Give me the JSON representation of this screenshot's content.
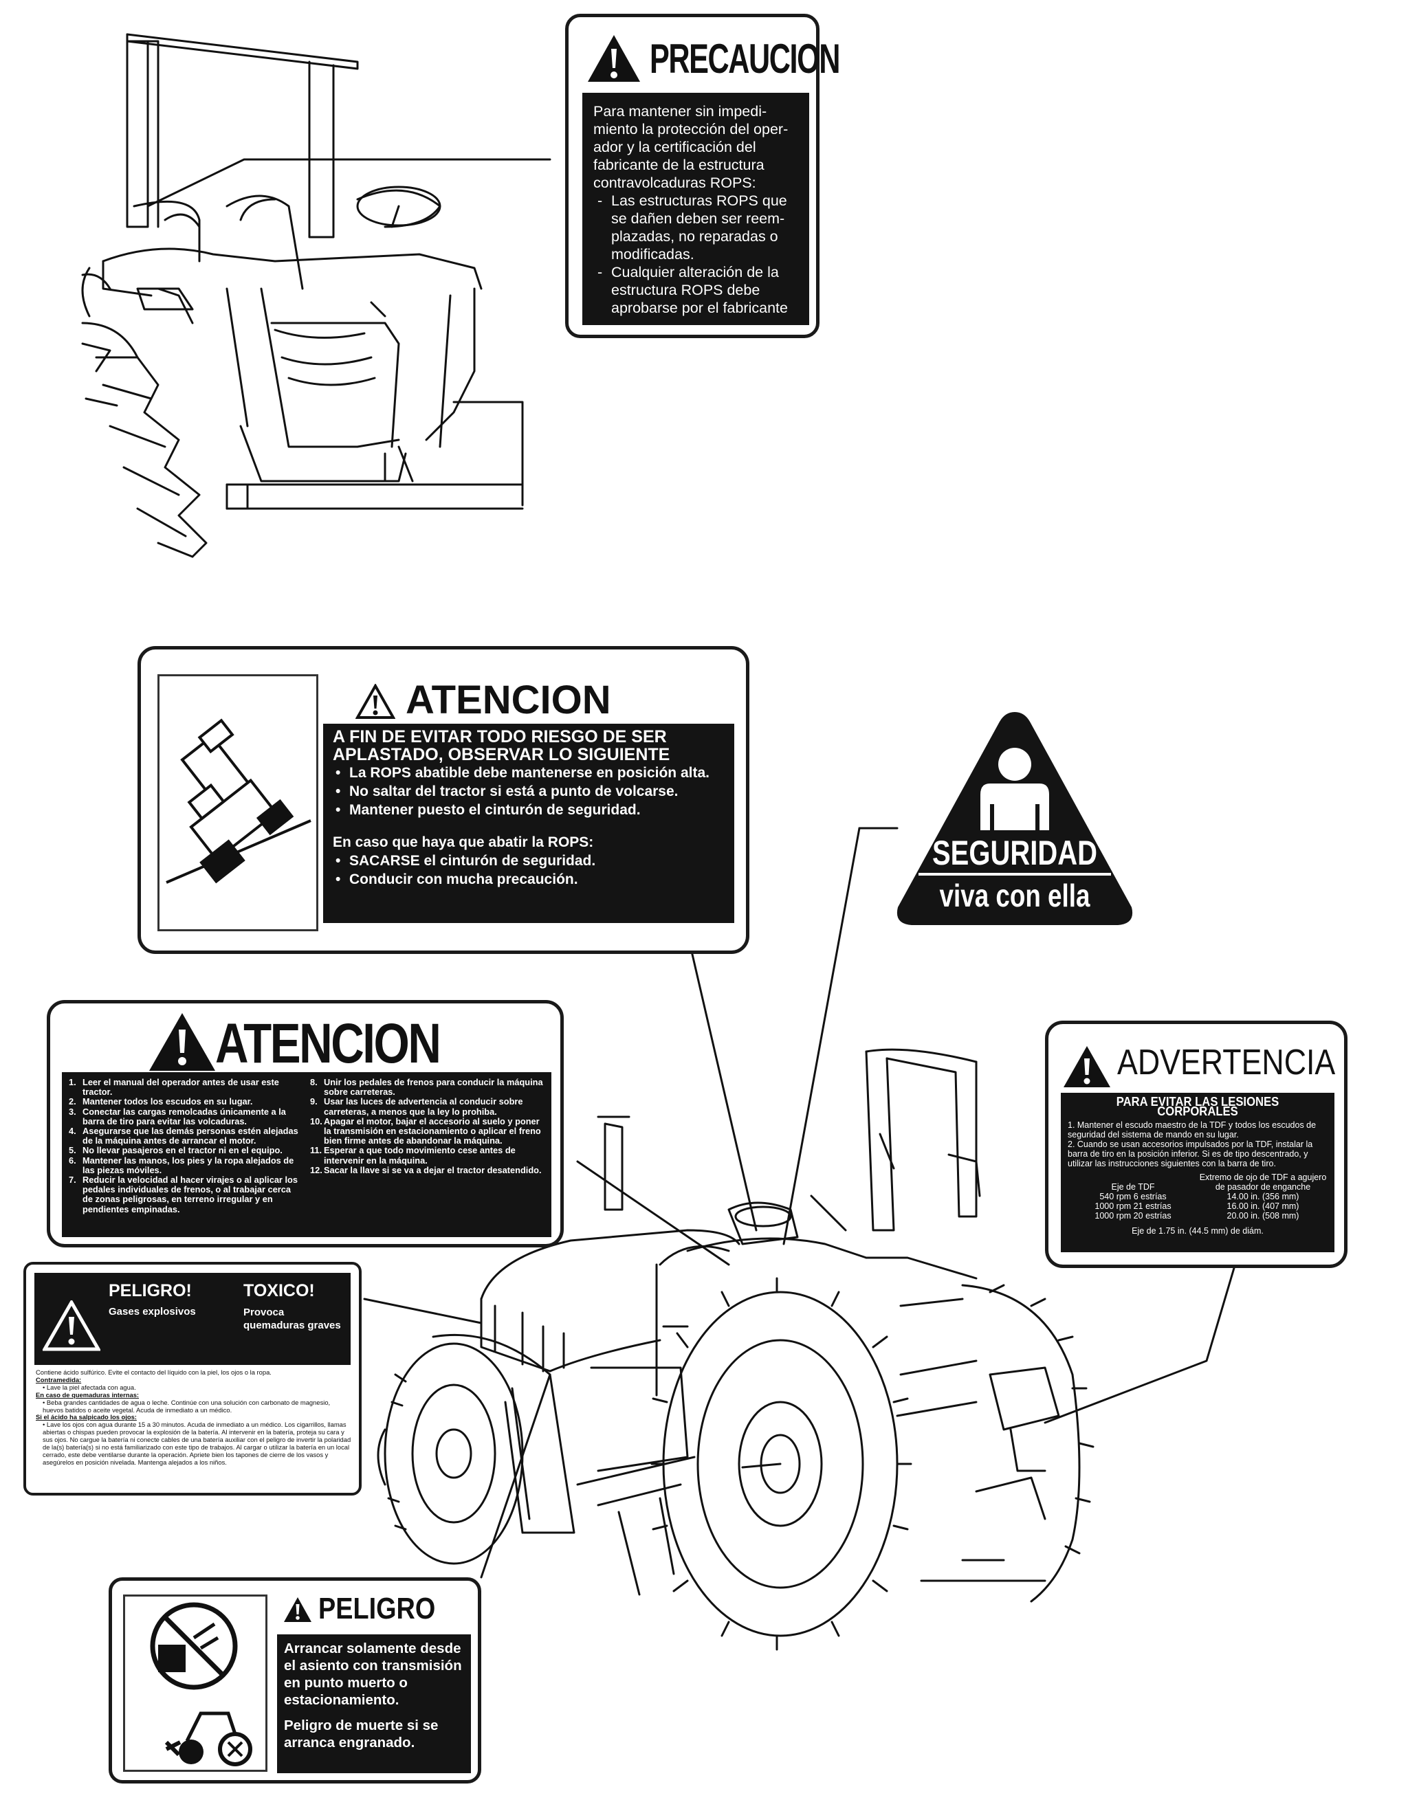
{
  "precaucion": {
    "title": "PRECAUCION",
    "intro": "Para mantener sin impedi-miento la protección del oper-ador y la certificación del fabricante de la estructura contravolcaduras ROPS:",
    "items": [
      "Las estructuras ROPS que se dañen deben ser reem-plazadas, no reparadas o modificadas.",
      "Cualquier alteración de la estructura ROPS debe aprobarse por el fabricante"
    ]
  },
  "atencion_rops": {
    "title": "ATENCION",
    "heading": "A FIN DE EVITAR TODO RIESGO DE SER APLASTADO, OBSERVAR LO SIGUIENTE",
    "items": [
      "La ROPS abatible debe mantenerse en posición alta.",
      "No saltar del tractor si está a punto de volcarse.",
      "Mantener puesto el cinturón de seguridad."
    ],
    "subheading": "En caso que haya que abatir la ROPS:",
    "subitems": [
      "SACARSE el cinturón de seguridad.",
      "Conducir con mucha precaución."
    ]
  },
  "seguridad": {
    "line1": "SEGURIDAD",
    "line2": "viva con ella"
  },
  "atencion_general": {
    "title": "ATENCION",
    "items_left": [
      {
        "n": "1.",
        "t": "Leer el manual del operador antes de usar este tractor."
      },
      {
        "n": "2.",
        "t": "Mantener todos los escudos en su lugar."
      },
      {
        "n": "3.",
        "t": "Conectar las cargas remolcadas únicamente a la barra de tiro para evitar las volcaduras."
      },
      {
        "n": "4.",
        "t": "Asegurarse que las demás personas estén alejadas de la máquina antes de arrancar el motor."
      },
      {
        "n": "5.",
        "t": "No llevar pasajeros en el tractor ni en el equipo."
      },
      {
        "n": "6.",
        "t": "Mantener las manos, los pies y la ropa alejados de las piezas móviles."
      },
      {
        "n": "7.",
        "t": "Reducir la velocidad al hacer virajes o al aplicar los pedales individuales de frenos, o al trabajar cerca de zonas peligrosas, en terreno irregular y en pendientes empinadas."
      }
    ],
    "items_right": [
      {
        "n": "8.",
        "t": "Unir los pedales de frenos para conducir la máquina sobre carreteras."
      },
      {
        "n": "9.",
        "t": "Usar las luces de advertencia al conducir sobre carreteras, a menos que la ley lo prohiba."
      },
      {
        "n": "10.",
        "t": "Apagar el motor, bajar el accesorio al suelo y poner la transmisión en estacionamiento o aplicar el freno bien firme antes de abandonar la máquina."
      },
      {
        "n": "11.",
        "t": "Esperar a que todo movimiento cese antes de intervenir en la máquina."
      },
      {
        "n": "12.",
        "t": "Sacar la llave si se va a dejar el tractor desatendido."
      }
    ]
  },
  "advertencia": {
    "title": "ADVERTENCIA",
    "heading": "PARA EVITAR LAS LESIONES CORPORALES",
    "items": [
      "1. Mantener el escudo maestro de la TDF y todos los escudos de seguridad del sistema de mando en su lugar.",
      "2. Cuando se usan accesorios impulsados por la TDF, instalar la barra de tiro en la posición inferior. Si es de tipo descentrado, y utilizar las instrucciones siguientes con la barra de tiro."
    ],
    "col1_header": "Eje de TDF",
    "col2_header": "Extremo de ojo de TDF a agujero de pasador de enganche",
    "rows": [
      {
        "a": "540 rpm 6 estrías",
        "b": "14.00 in. (356 mm)"
      },
      {
        "a": "1000 rpm 21 estrías",
        "b": "16.00 in. (407 mm)"
      },
      {
        "a": "1000 rpm 20 estrías",
        "b": "20.00 in. (508 mm)"
      }
    ],
    "footer": "Eje de 1.75 in. (44.5 mm) de diám."
  },
  "toxico": {
    "peligro": "PELIGRO!",
    "peligro_sub": "Gases explosivos",
    "toxico": "TOXICO!",
    "toxico_sub": "Provoca quemaduras graves",
    "intro": "Contiene ácido sulfúrico. Evite el contacto del líquido con la piel, los ojos o la ropa.",
    "h1": "Contramedida:",
    "l1": "• Lave la piel afectada con agua.",
    "h2": "En caso de quemaduras internas:",
    "l2": "• Beba grandes cantidades de agua o leche. Continúe con una solución con carbonato de magnesio, huevos batidos o aceite vegetal. Acuda de inmediato a un médico.",
    "h3": "Si el ácido ha salpicado los ojos:",
    "l3": "• Lave los ojos con agua durante 15 a 30 minutos. Acuda de inmediato a un médico. Los cigarrillos, llamas abiertas o chispas pueden provocar la explosión de la batería. Al intervenir en la batería, proteja su cara y sus ojos. No cargue la batería ni conecte cables de una batería auxiliar con el peligro de invertir la polaridad de la(s) batería(s) si no está familiarizado con este tipo de trabajos. Al cargar o utilizar la batería en un local cerrado, este debe ventilarse durante la operación. Apriete bien los tapones de cierre de los vasos y asegúrelos en posición nivelada. Mantenga alejados a los niños."
  },
  "peligro_arranque": {
    "title": "PELIGRO",
    "text1": "Arrancar solamente desde el asiento con transmisión en punto muerto o estacionamiento.",
    "text2": "Peligro de muerte si se arranca engranado."
  }
}
